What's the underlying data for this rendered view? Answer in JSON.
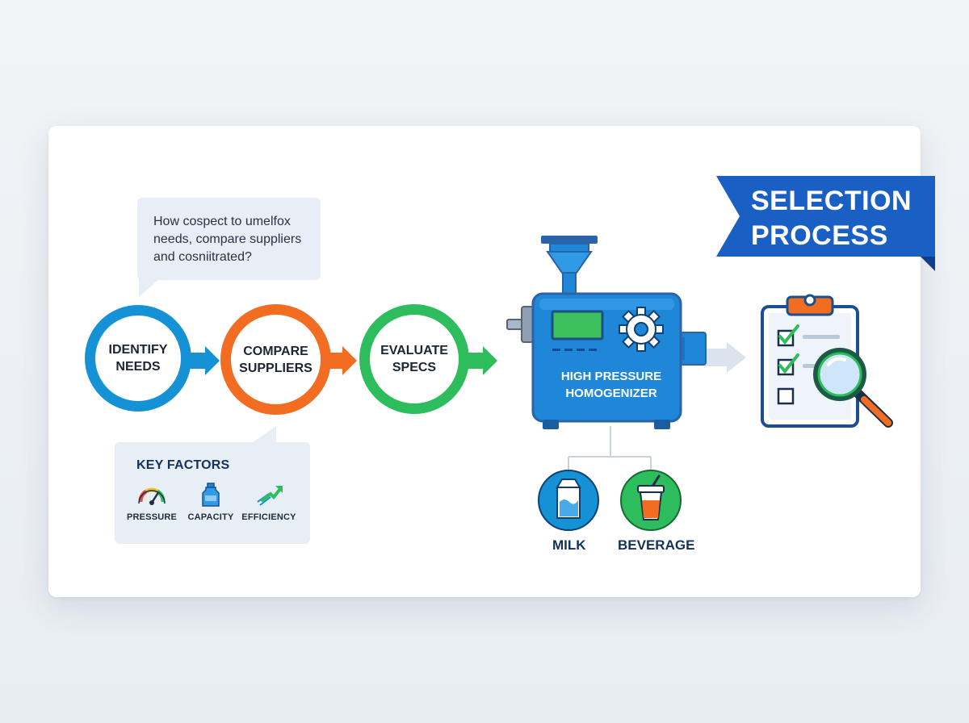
{
  "question_bubble": {
    "text": "How cospect to umelfox\nneeds, compare suppliers\nand cosniitrated?"
  },
  "steps": [
    {
      "label": "IDENTIFY\nNEEDS",
      "color": "#1592d6"
    },
    {
      "label": "COMPARE\nSUPPLIERS",
      "color": "#f26d22"
    },
    {
      "label": "EVALUATE\nSPECS",
      "color": "#2dbd5c"
    }
  ],
  "key_factors": {
    "title": "KEY FACTORS",
    "items": [
      {
        "label": "PRESSURE",
        "icon": "pressure-gauge-icon"
      },
      {
        "label": "CAPACITY",
        "icon": "bottle-icon"
      },
      {
        "label": "EFFICIENCY",
        "icon": "rising-arrow-icon"
      }
    ]
  },
  "machine": {
    "label": "HIGH PRESSURE\nHOMOGENIZER",
    "color": "#1f87d8",
    "icons": [
      "display-panel-icon",
      "gear-icon",
      "hopper-icon"
    ]
  },
  "products": [
    {
      "label": "MILK",
      "icon": "milk-carton-icon",
      "color": "#1592d6"
    },
    {
      "label": "BEVERAGE",
      "icon": "drink-cup-icon",
      "color": "#2dbd5c"
    }
  ],
  "banner": {
    "label": "SELECTION\nPROCESS",
    "color": "#1a5fc4"
  },
  "checklist": {
    "icon": "clipboard-checklist-icon",
    "magnifier_icon": "magnifying-glass-icon"
  }
}
